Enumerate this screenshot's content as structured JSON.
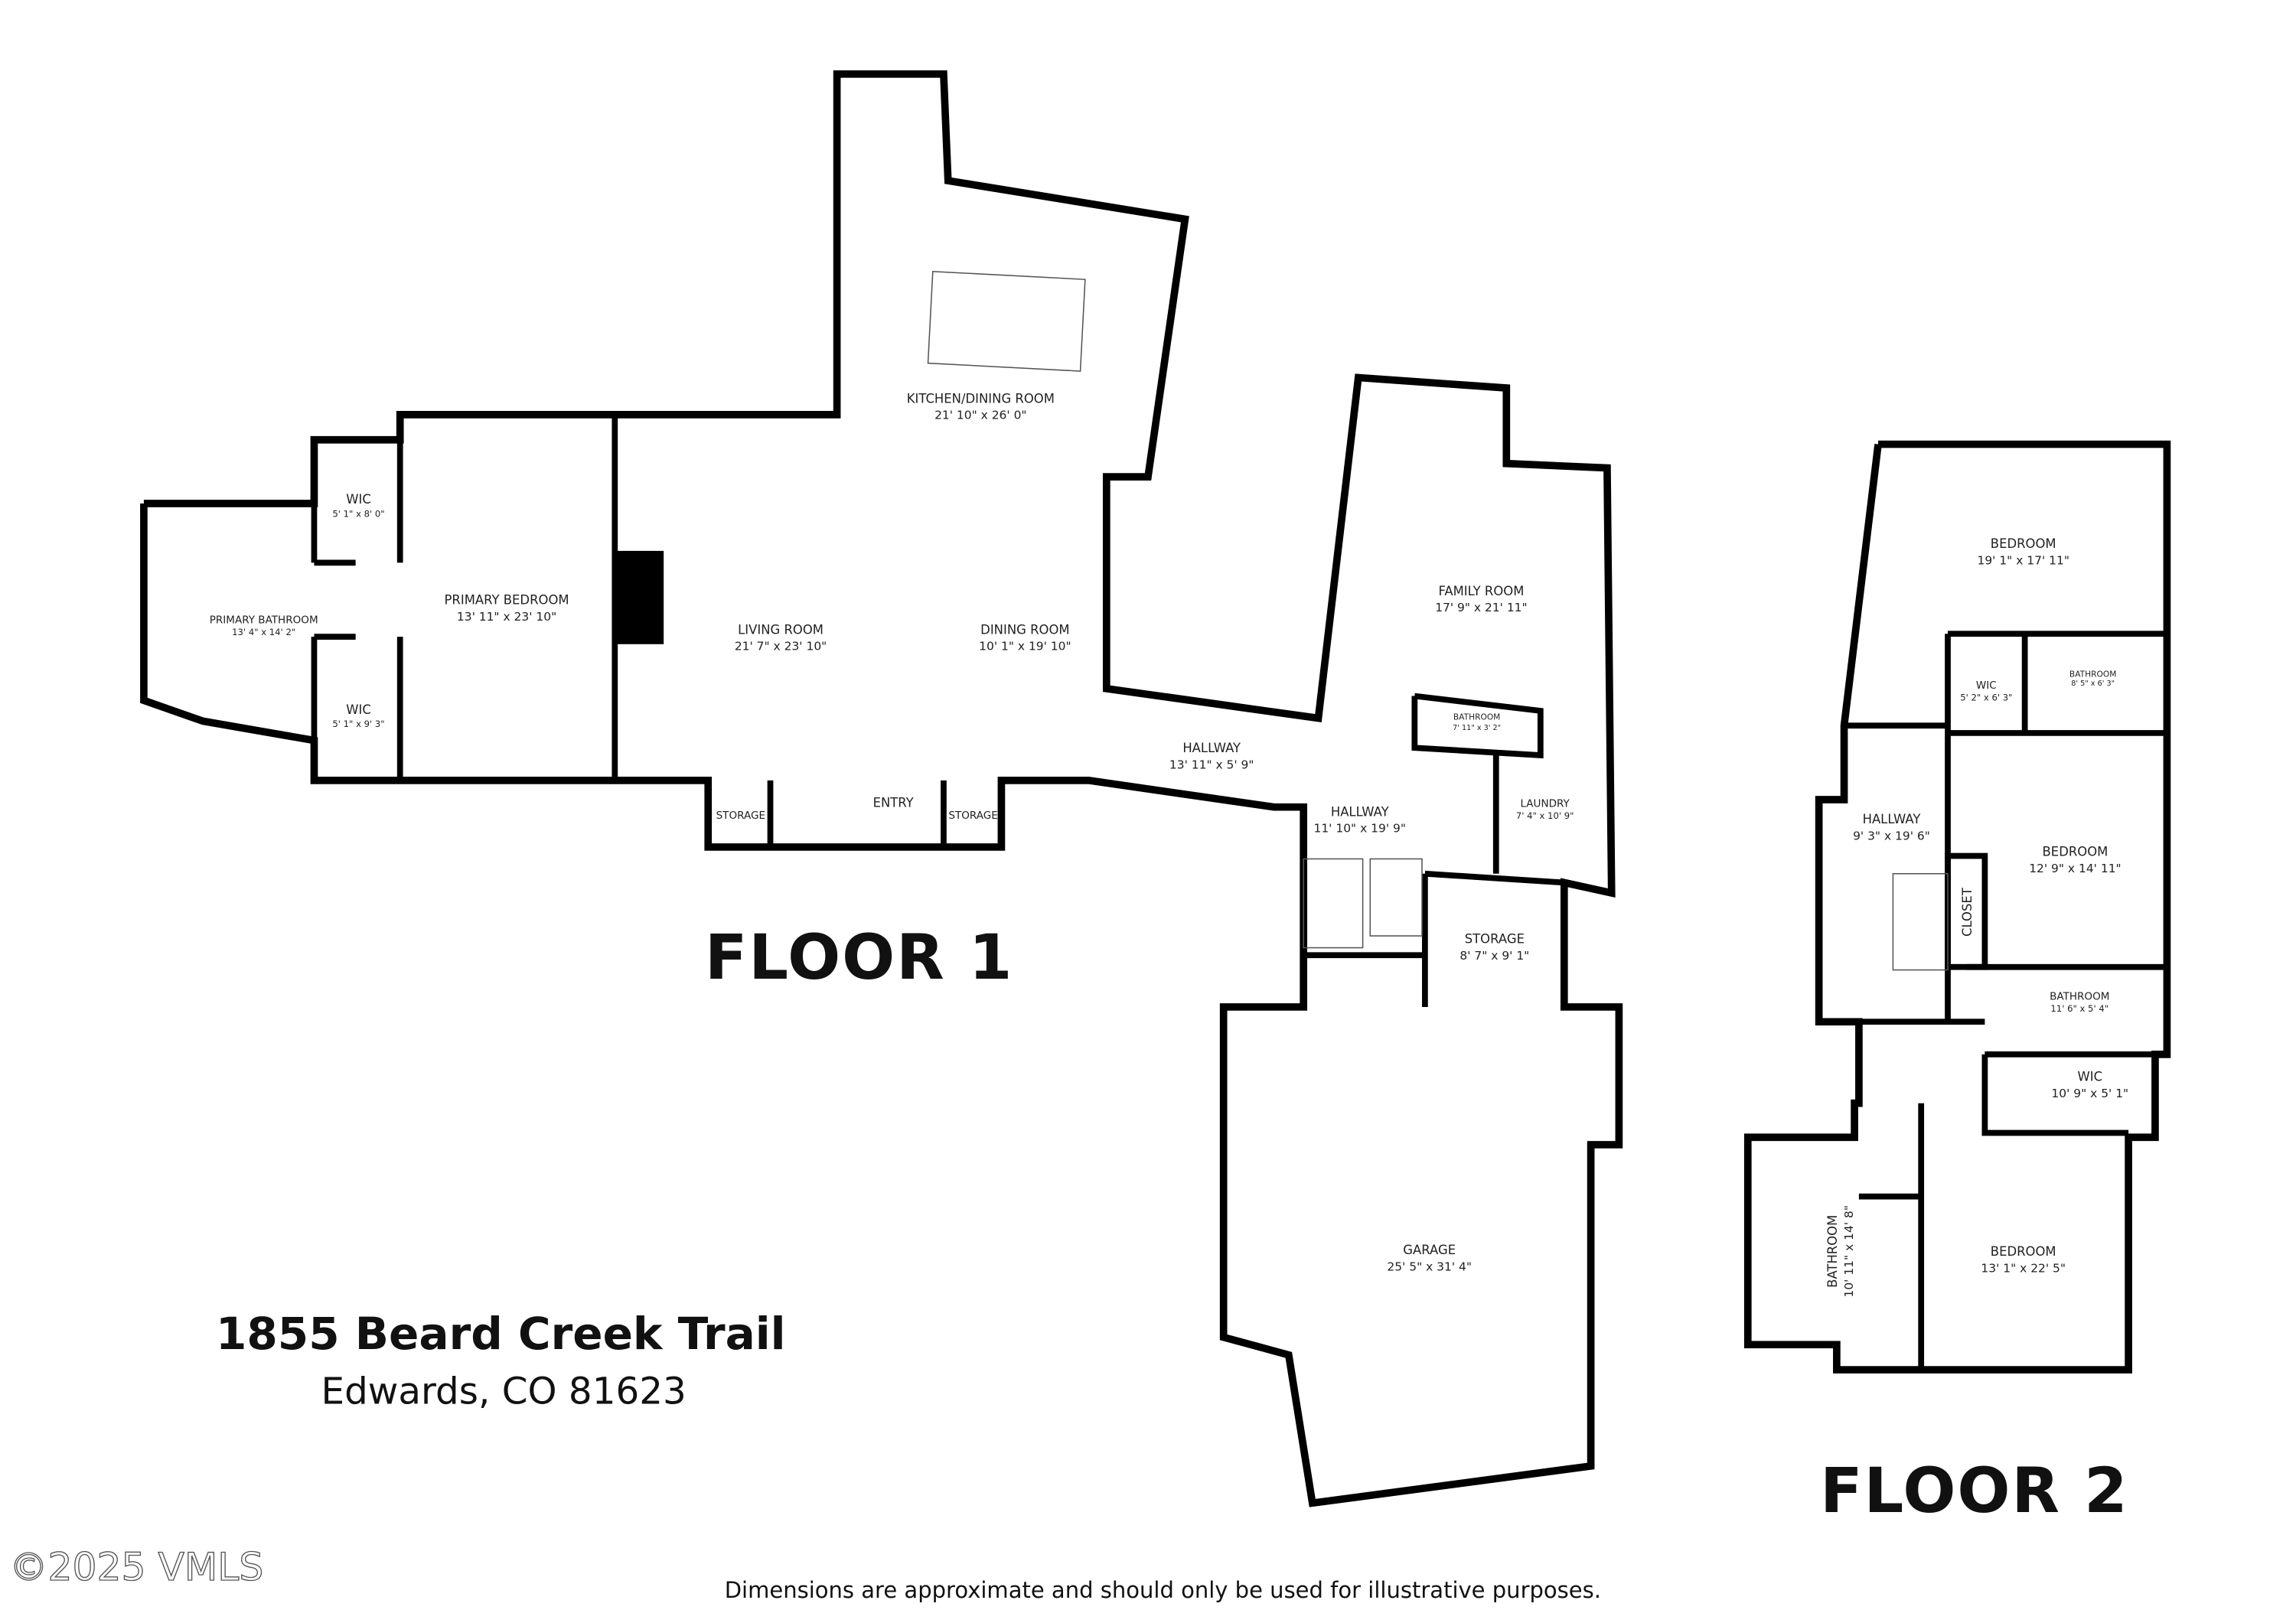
{
  "address": {
    "street": "1855 Beard Creek Trail",
    "city": "Edwards, CO 81623"
  },
  "floors": [
    {
      "title": "FLOOR 1",
      "rooms": [
        {
          "name": "KITCHEN/DINING ROOM",
          "dims": "21' 10\" x 26' 0\""
        },
        {
          "name": "WIC",
          "dims": "5' 1\" x 8' 0\""
        },
        {
          "name": "PRIMARY BATHROOM",
          "dims": "13' 4\" x 14' 2\""
        },
        {
          "name": "WIC",
          "dims": "5' 1\" x 9' 3\""
        },
        {
          "name": "PRIMARY BEDROOM",
          "dims": "13' 11\" x 23' 10\""
        },
        {
          "name": "LIVING ROOM",
          "dims": "21' 7\" x 23' 10\""
        },
        {
          "name": "DINING ROOM",
          "dims": "10' 1\" x 19' 10\""
        },
        {
          "name": "FAMILY ROOM",
          "dims": "17' 9\" x 21' 11\""
        },
        {
          "name": "BATHROOM",
          "dims": "7' 11\" x 3' 2\""
        },
        {
          "name": "HALLWAY",
          "dims": "13' 11\" x 5' 9\""
        },
        {
          "name": "HALLWAY",
          "dims": "11' 10\" x 19' 9\""
        },
        {
          "name": "LAUNDRY",
          "dims": "7' 4\" x 10' 9\""
        },
        {
          "name": "STORAGE",
          "dims": ""
        },
        {
          "name": "ENTRY",
          "dims": ""
        },
        {
          "name": "STORAGE",
          "dims": ""
        },
        {
          "name": "STORAGE",
          "dims": "8' 7\" x 9' 1\""
        },
        {
          "name": "GARAGE",
          "dims": "25' 5\" x 31' 4\""
        }
      ]
    },
    {
      "title": "FLOOR 2",
      "rooms": [
        {
          "name": "BEDROOM",
          "dims": "19' 1\" x 17' 11\""
        },
        {
          "name": "WIC",
          "dims": "5' 2\" x 6' 3\""
        },
        {
          "name": "BATHROOM",
          "dims": "8' 5\" x 6' 3\""
        },
        {
          "name": "HALLWAY",
          "dims": "9' 3\" x 19' 6\""
        },
        {
          "name": "BEDROOM",
          "dims": "12' 9\" x 14' 11\""
        },
        {
          "name": "CLOSET",
          "dims": ""
        },
        {
          "name": "BATHROOM",
          "dims": "11' 6\" x 5' 4\""
        },
        {
          "name": "WIC",
          "dims": "10' 9\" x 5' 1\""
        },
        {
          "name": "BATHROOM",
          "dims": "10' 11\" x 14' 8\""
        },
        {
          "name": "BEDROOM",
          "dims": "13' 1\" x 22' 5\""
        }
      ]
    }
  ],
  "disclaimer": "Dimensions are approximate and should only be used for illustrative purposes.",
  "watermark": "©2025 VMLS"
}
